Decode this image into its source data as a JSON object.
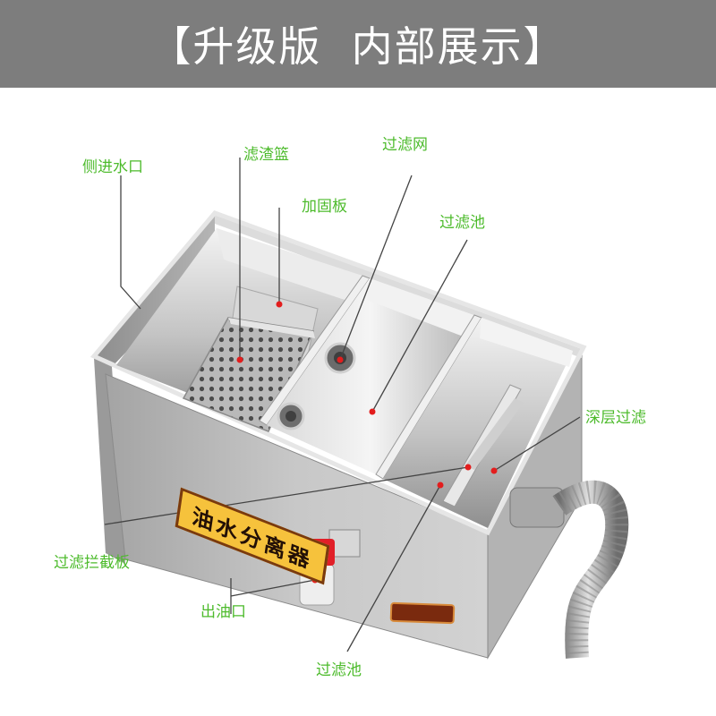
{
  "header": {
    "title": "【升级版  内部展示】"
  },
  "product": {
    "label": "油水分离器",
    "brand_plate": ""
  },
  "callouts": {
    "side_inlet": "侧进水口",
    "filter_basket": "滤渣篮",
    "reinforcement_plate": "加固板",
    "filter_mesh": "过滤网",
    "filter_tank_upper": "过滤池",
    "deep_filtration": "深层过滤",
    "filter_barrier_plate": "过滤拦截板",
    "oil_outlet": "出油口",
    "filter_tank_lower": "过滤池"
  },
  "colors": {
    "banner": "#7d7d7d",
    "callout_text": "#4dbb2c",
    "pointer_dot": "#e31d1d",
    "valve": "#e11f28"
  }
}
